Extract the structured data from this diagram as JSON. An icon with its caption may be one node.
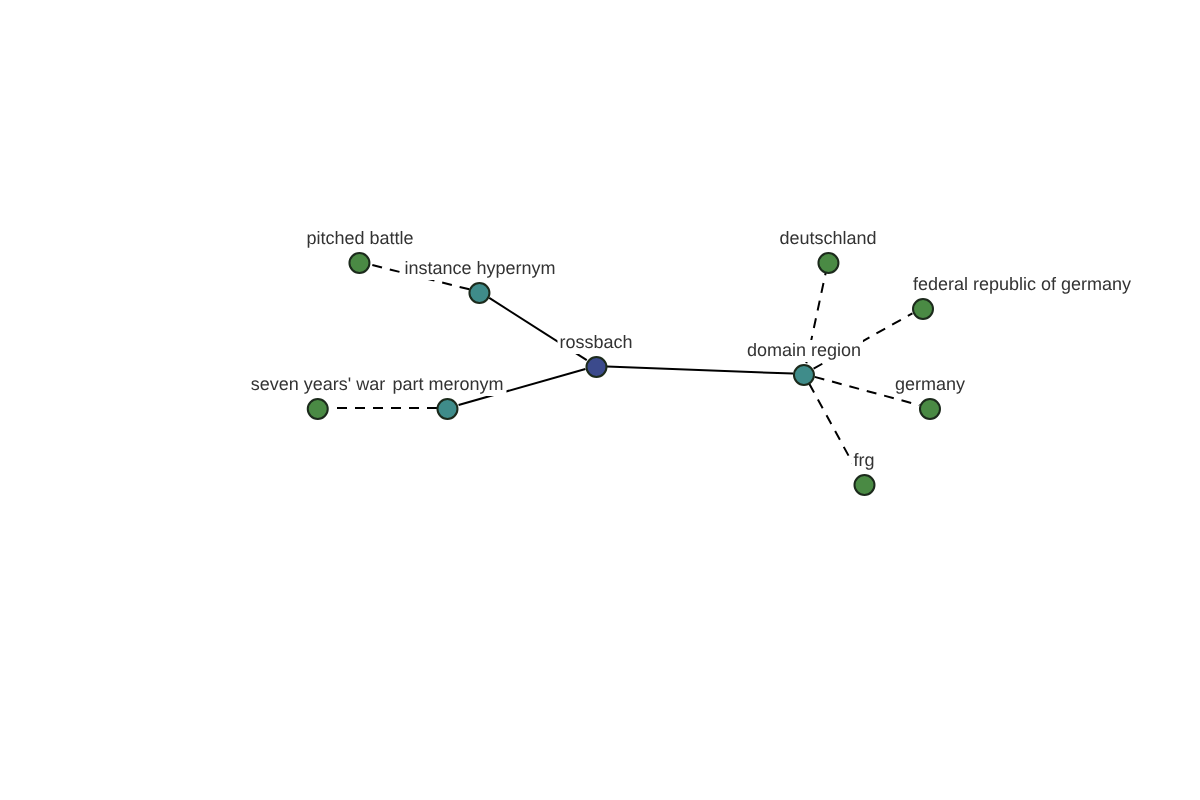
{
  "diagram": {
    "nodes": [
      {
        "text": [
          "rossbach"
        ]
      },
      {
        "text": [
          "instance hypernym"
        ]
      },
      {
        "text": [
          "part meronym"
        ]
      },
      {
        "text": [
          "domain region"
        ]
      },
      {
        "text": [
          "pitched battle"
        ]
      },
      {
        "text": [
          "seven years' war"
        ]
      },
      {
        "text": [
          "deutschland"
        ]
      },
      {
        "text": [
          "federal republic of germany"
        ]
      },
      {
        "text": [
          "germany"
        ]
      },
      {
        "text": [
          "frg"
        ]
      }
    ],
    "edges": [
      {
        "from": 0,
        "to": 1,
        "arrow": "none"
      },
      {
        "from": 0,
        "to": 2,
        "arrow": "none"
      },
      {
        "from": 0,
        "to": 3,
        "arrow": "none"
      },
      {
        "from": 1,
        "to": 4,
        "arrow": "none",
        "style": "dashed"
      },
      {
        "from": 2,
        "to": 5,
        "arrow": "none",
        "style": "dashed"
      },
      {
        "from": 3,
        "to": 6,
        "arrow": "none",
        "style": "dashed"
      },
      {
        "from": 3,
        "to": 7,
        "arrow": "none",
        "style": "dashed"
      },
      {
        "from": 3,
        "to": 8,
        "arrow": "none",
        "style": "dashed"
      },
      {
        "from": 3,
        "to": 9,
        "arrow": "none",
        "style": "dashed"
      }
    ]
  }
}
